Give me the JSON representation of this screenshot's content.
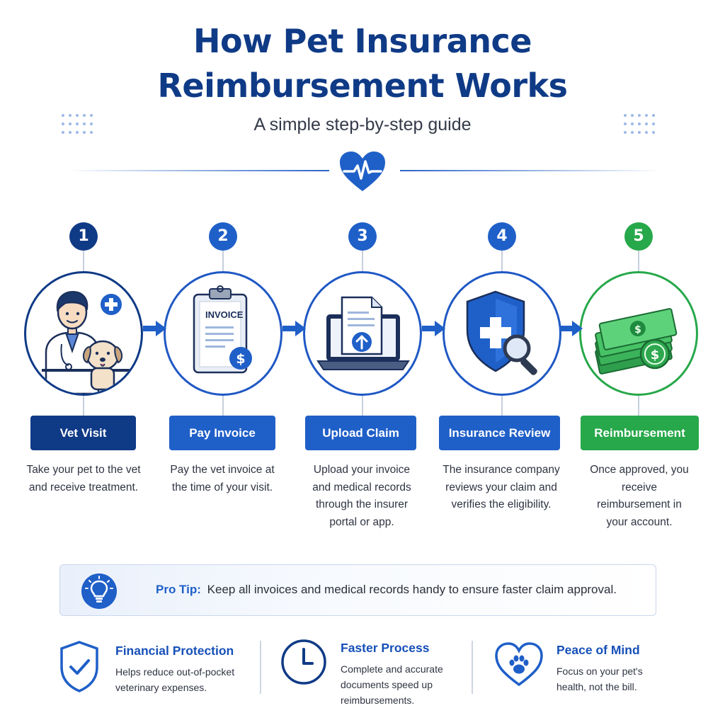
{
  "header": {
    "title_line1": "How Pet Insurance",
    "title_line2": "Reimbursement Works",
    "subtitle": "A simple step-by-step guide"
  },
  "colors": {
    "navy": "#0f3a86",
    "blue": "#1f5fc8",
    "green": "#27a84a",
    "divider": "#2a63c7"
  },
  "steps": [
    {
      "number": "1",
      "label": "Vet Visit",
      "description": "Take your pet to the vet and receive treatment.",
      "icon": "vet-with-dog-icon"
    },
    {
      "number": "2",
      "label": "Pay Invoice",
      "description": "Pay the vet invoice at the time of your visit.",
      "icon": "invoice-clipboard-icon",
      "icon_text": "INVOICE"
    },
    {
      "number": "3",
      "label": "Upload Claim",
      "description": "Upload your invoice and medical records through the insurer portal or app.",
      "icon": "laptop-upload-icon"
    },
    {
      "number": "4",
      "label": "Insurance Review",
      "description": "The insurance company reviews your claim and verifies the eligibility.",
      "icon": "shield-magnifier-icon"
    },
    {
      "number": "5",
      "label": "Reimbursement",
      "description": "Once approved, you receive reimbursement in your account.",
      "icon": "money-stack-icon"
    }
  ],
  "pro_tip": {
    "label": "Pro Tip:",
    "text": "Keep all invoices and medical records handy to ensure faster claim approval.",
    "icon": "lightbulb-icon"
  },
  "benefits": [
    {
      "title": "Financial Protection",
      "text": "Helps reduce out-of-pocket veterinary expenses.",
      "icon": "shield-check-icon"
    },
    {
      "title": "Faster Process",
      "text": "Complete and accurate documents speed up reimbursements.",
      "icon": "clock-icon"
    },
    {
      "title": "Peace of Mind",
      "text": "Focus on your pet's health, not the bill.",
      "icon": "heart-paw-icon"
    }
  ]
}
